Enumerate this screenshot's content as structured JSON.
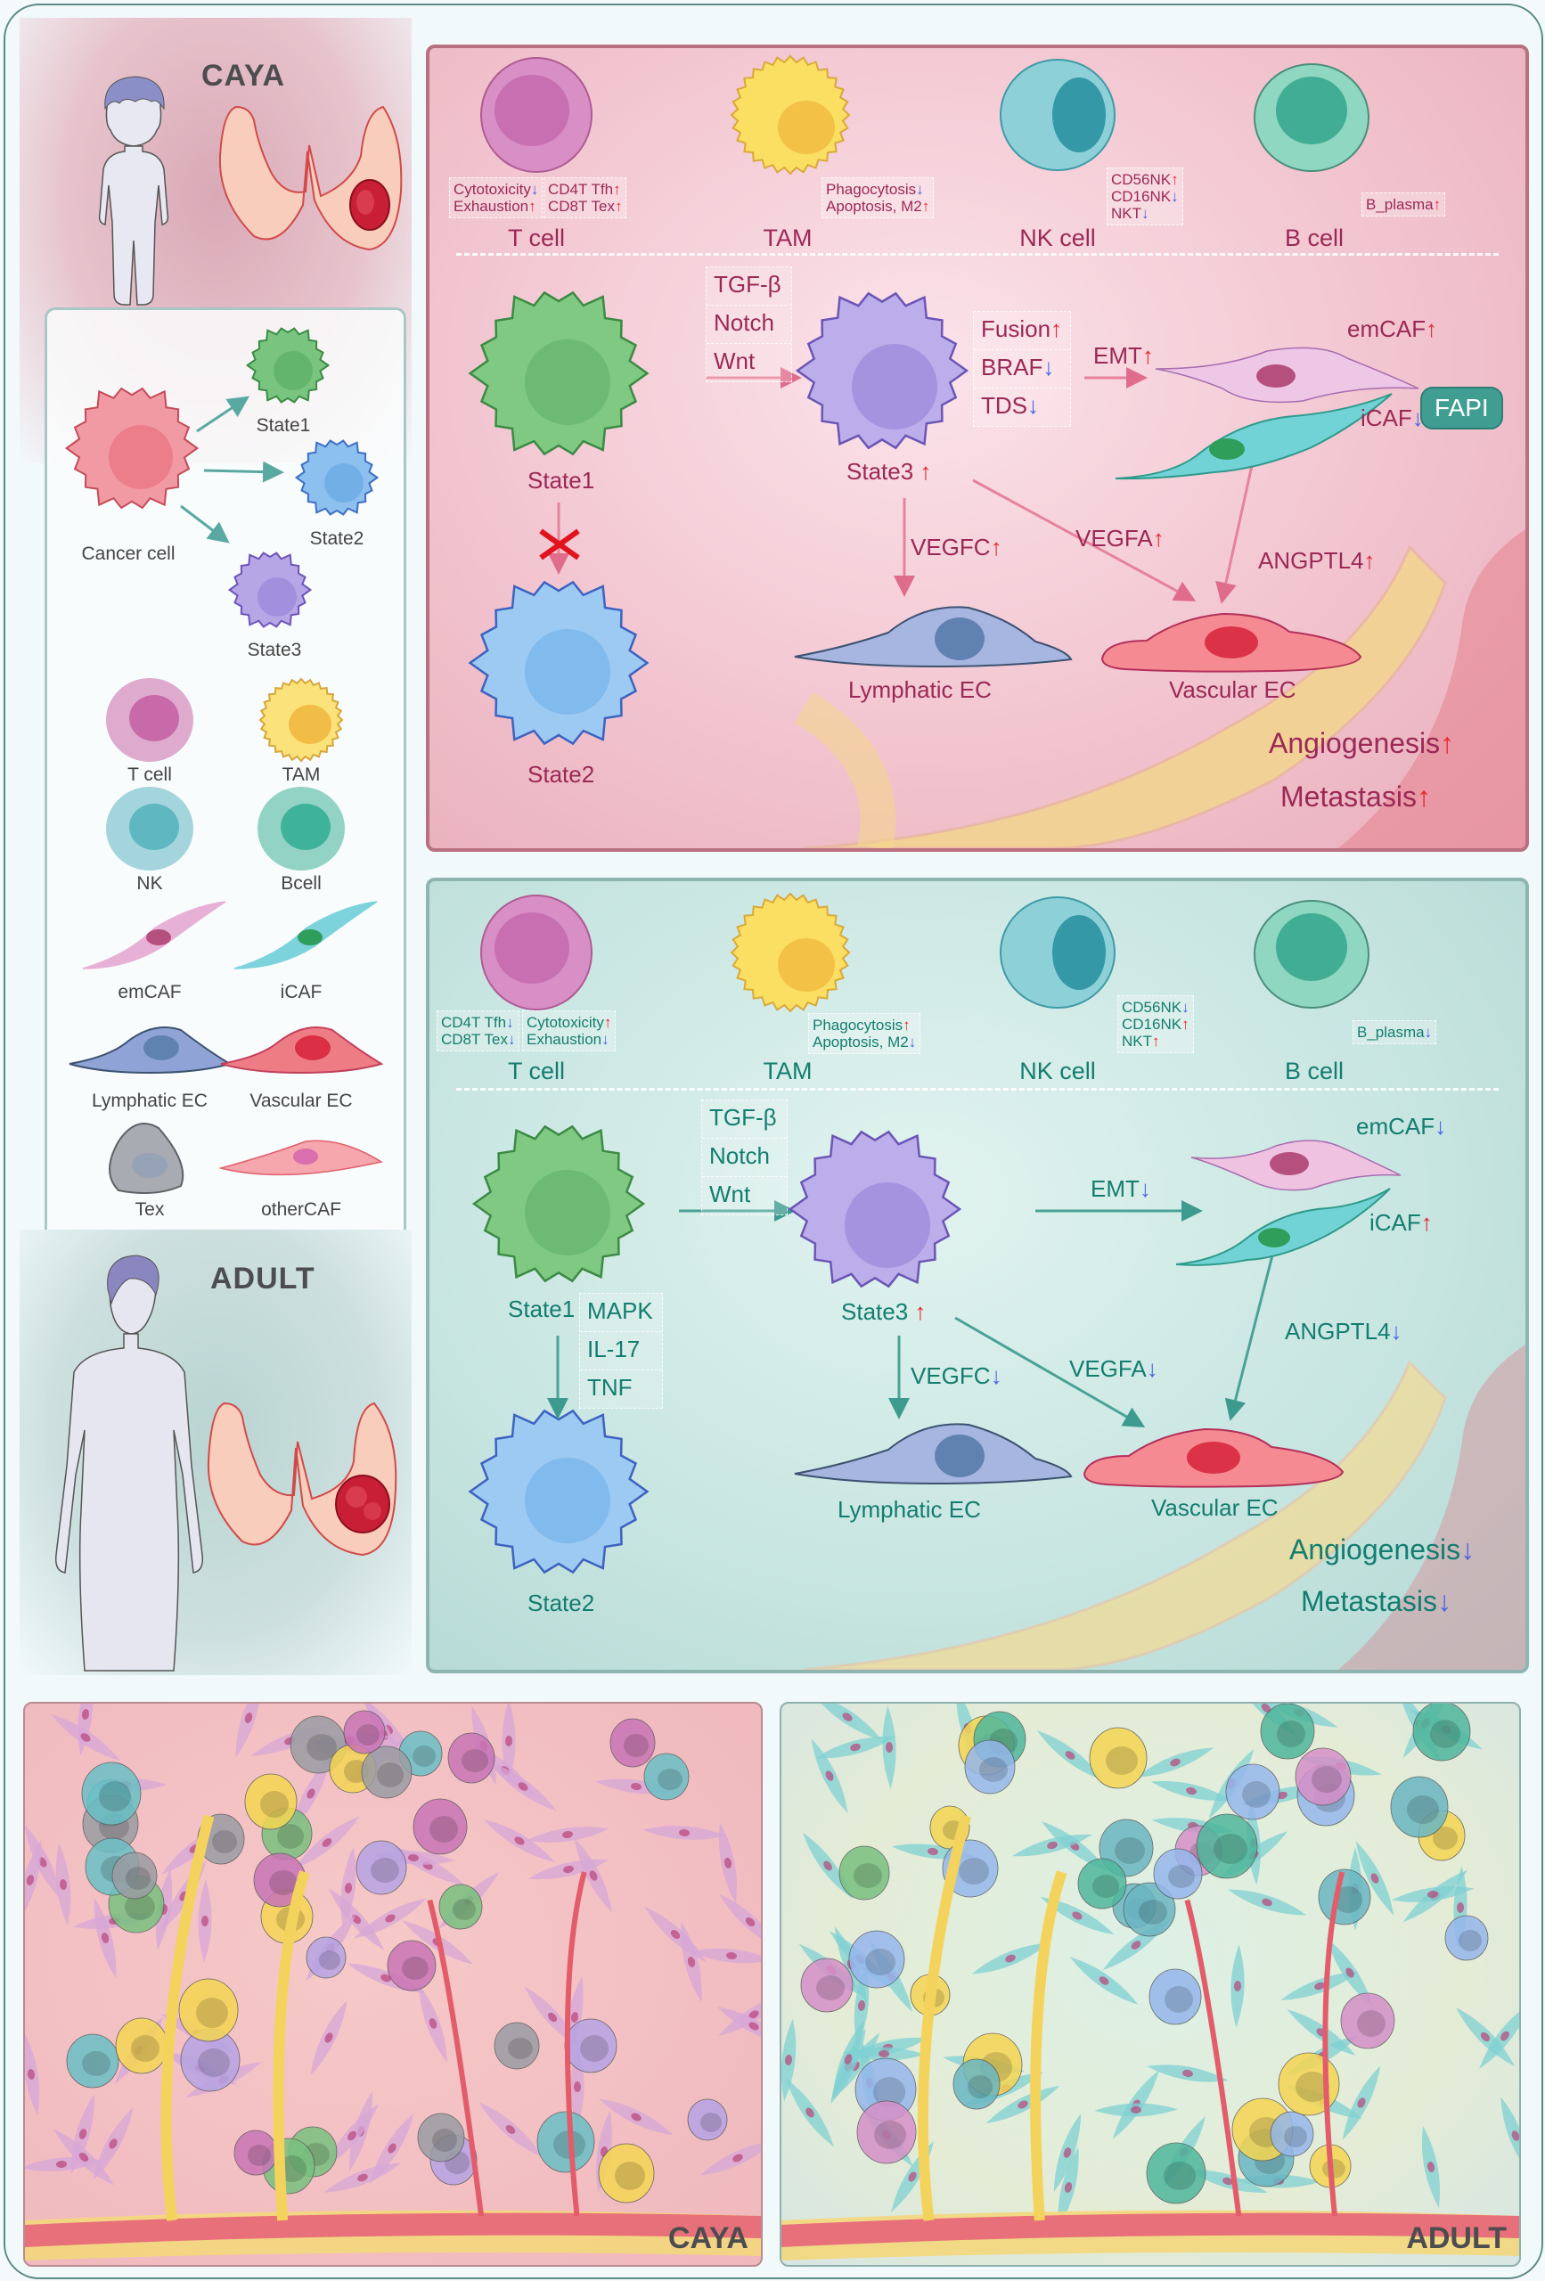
{
  "side": {
    "caya_title": "CAYA",
    "adult_title": "ADULT"
  },
  "legend": {
    "cancer_cell": "Cancer cell",
    "state1": "State1",
    "state2": "State2",
    "state3": "State3",
    "items": [
      {
        "label": "T cell",
        "color": "#c86aa9"
      },
      {
        "label": "TAM",
        "color": "#f4c945"
      },
      {
        "label": "NK",
        "color": "#5fb7c2"
      },
      {
        "label": "Bcell",
        "color": "#3fb39a"
      },
      {
        "label": "emCAF",
        "color": "#e6a9d3"
      },
      {
        "label": "iCAF",
        "color": "#6fcfd9"
      },
      {
        "label": "Lymphatic EC",
        "color": "#8fa3d6"
      },
      {
        "label": "Vascular EC",
        "color": "#ee7c85"
      },
      {
        "label": "Tex",
        "color": "#9a9da3"
      },
      {
        "label": "otherCAF",
        "color": "#f29aa5"
      }
    ]
  },
  "caya_panel": {
    "immune": {
      "t_cell": {
        "name": "T cell",
        "annot_left": [
          {
            "text": "Cytotoxicity",
            "dir": "down"
          },
          {
            "text": "Exhaustion",
            "dir": "up"
          }
        ],
        "annot_right": [
          {
            "text": "CD4T Tfh",
            "dir": "up"
          },
          {
            "text": "CD8T Tex",
            "dir": "up"
          }
        ]
      },
      "tam": {
        "name": "TAM",
        "annot": [
          {
            "text": "Phagocytosis",
            "dir": "down"
          },
          {
            "text": "Apoptosis, M2",
            "dir": "up"
          }
        ]
      },
      "nk": {
        "name": "NK cell",
        "annot": [
          {
            "text": "CD56NK",
            "dir": "up"
          },
          {
            "text": "CD16NK",
            "dir": "down"
          },
          {
            "text": "NKT",
            "dir": "down"
          }
        ]
      },
      "b_cell": {
        "name": "B cell",
        "annot": [
          {
            "text": "B_plasma",
            "dir": "up"
          }
        ]
      }
    },
    "state1": "State1",
    "state2": "State2",
    "state3": {
      "text": "State3",
      "dir": "up"
    },
    "pathways": [
      "TGF-β",
      "Notch",
      "Wnt"
    ],
    "state3_features": [
      {
        "text": "Fusion",
        "dir": "up"
      },
      {
        "text": "BRAF",
        "dir": "down"
      },
      {
        "text": "TDS",
        "dir": "down"
      }
    ],
    "emt": {
      "text": "EMT",
      "dir": "up"
    },
    "emcaf": {
      "text": "emCAF",
      "dir": "up"
    },
    "icaf": {
      "text": "iCAF",
      "dir": "down"
    },
    "fapi": "FAPI",
    "vegfc": {
      "text": "VEGFC",
      "dir": "up"
    },
    "vegfa": {
      "text": "VEGFA",
      "dir": "up"
    },
    "angptl4": {
      "text": "ANGPTL4",
      "dir": "up"
    },
    "lymphatic_ec": "Lymphatic EC",
    "vascular_ec": "Vascular EC",
    "angiogenesis": {
      "text": "Angiogenesis",
      "dir": "up"
    },
    "metastasis": {
      "text": "Metastasis",
      "dir": "up"
    },
    "blocked_transition": "State1 → State2 blocked"
  },
  "adult_panel": {
    "immune": {
      "t_cell": {
        "name": "T cell",
        "annot_left": [
          {
            "text": "CD4T Tfh",
            "dir": "down"
          },
          {
            "text": "CD8T Tex",
            "dir": "down"
          }
        ],
        "annot_right": [
          {
            "text": "Cytotoxicity",
            "dir": "up"
          },
          {
            "text": "Exhaustion",
            "dir": "down"
          }
        ]
      },
      "tam": {
        "name": "TAM",
        "annot": [
          {
            "text": "Phagocytosis",
            "dir": "up"
          },
          {
            "text": "Apoptosis, M2",
            "dir": "down"
          }
        ]
      },
      "nk": {
        "name": "NK cell",
        "annot": [
          {
            "text": "CD56NK",
            "dir": "down"
          },
          {
            "text": "CD16NK",
            "dir": "up"
          },
          {
            "text": "NKT",
            "dir": "up"
          }
        ]
      },
      "b_cell": {
        "name": "B cell",
        "annot": [
          {
            "text": "B_plasma",
            "dir": "down"
          }
        ]
      }
    },
    "state1": "State1",
    "state2": "State2",
    "state3": {
      "text": "State3",
      "dir": "up"
    },
    "pathways": [
      "TGF-β",
      "Notch",
      "Wnt"
    ],
    "state1_pathways": [
      "MAPK",
      "IL-17",
      "TNF"
    ],
    "emt": {
      "text": "EMT",
      "dir": "down"
    },
    "emcaf": {
      "text": "emCAF",
      "dir": "down"
    },
    "icaf": {
      "text": "iCAF",
      "dir": "up"
    },
    "vegfc": {
      "text": "VEGFC",
      "dir": "down"
    },
    "vegfa": {
      "text": "VEGFA",
      "dir": "down"
    },
    "angptl4": {
      "text": "ANGPTL4",
      "dir": "down"
    },
    "lymphatic_ec": "Lymphatic EC",
    "vascular_ec": "Vascular EC",
    "angiogenesis": {
      "text": "Angiogenesis",
      "dir": "down"
    },
    "metastasis": {
      "text": "Metastasis",
      "dir": "down"
    }
  },
  "tme": {
    "caya_label": "CAYA",
    "adult_label": "ADULT"
  },
  "arrows": {
    "up": "↑",
    "down": "↓"
  },
  "colors": {
    "caya_text": "#9b2856",
    "adult_text": "#137d6f",
    "up_arrow": "#e8262e",
    "down_arrow": "#4a63e6",
    "fapi_badge": "#3f9e91"
  }
}
